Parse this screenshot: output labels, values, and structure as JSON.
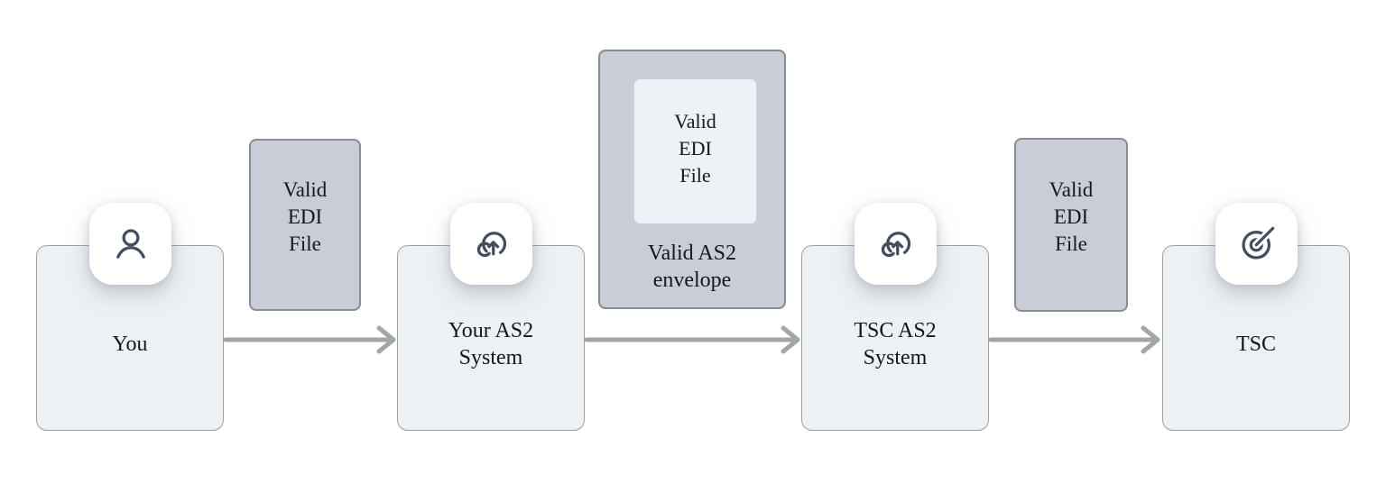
{
  "diagram": {
    "type": "flow-diagram",
    "nodes": {
      "you": {
        "label": "You",
        "icon": "user-icon"
      },
      "your_as2": {
        "label": "Your AS2\nSystem",
        "icon": "cloud-upload-icon"
      },
      "tsc_as2": {
        "label": "TSC AS2\nSystem",
        "icon": "cloud-upload-icon"
      },
      "tsc": {
        "label": "TSC",
        "icon": "target-icon"
      }
    },
    "artifacts": {
      "edi_file_1": {
        "text": "Valid\nEDI\nFile"
      },
      "envelope": {
        "file_text": "Valid\nEDI\nFile",
        "label_text": "Valid AS2\nenvelope"
      },
      "edi_file_2": {
        "text": "Valid\nEDI\nFile"
      }
    },
    "colors": {
      "background": "#ffffff",
      "node_fill": "#ecf1f4",
      "node_border": "#99a0a7",
      "artifact_fill": "#c8cdd6",
      "artifact_border": "#858e9a",
      "envelope_inner_fill": "#eef2f6",
      "badge_bg": "#ffffff",
      "icon": "#424d62",
      "arrow": "#a4a5a7",
      "text": "#14181f"
    }
  }
}
